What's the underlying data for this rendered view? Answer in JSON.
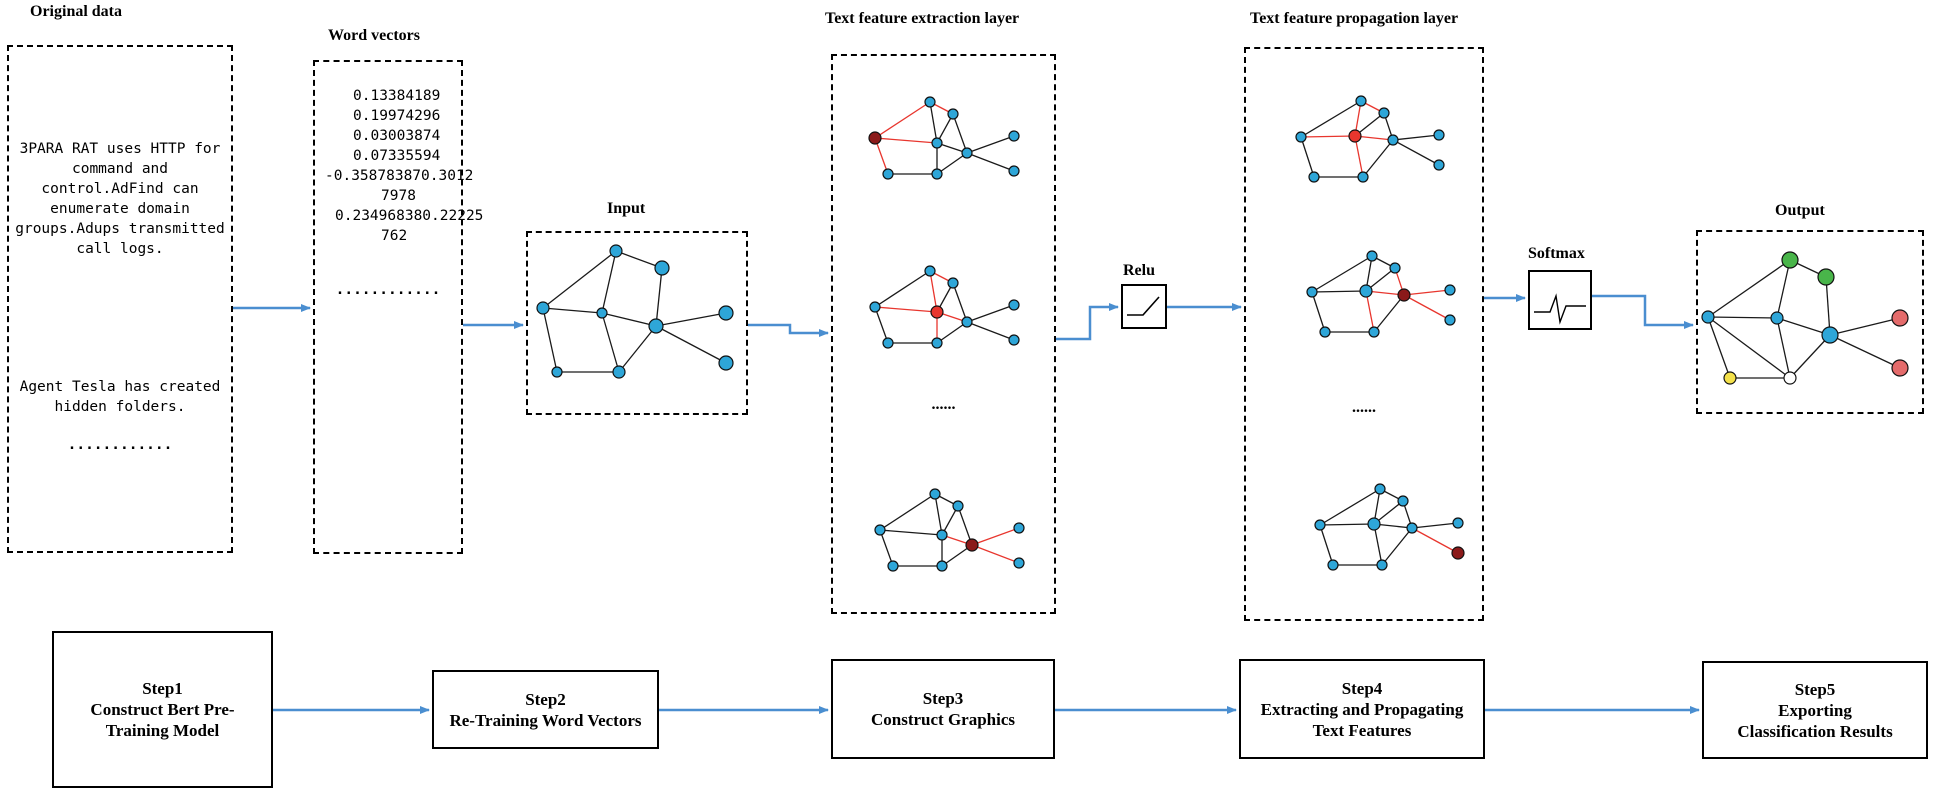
{
  "columns": {
    "original": {
      "title": "Original data",
      "text1": [
        "3PARA RAT uses HTTP for",
        "command and",
        "control.AdFind can",
        "enumerate domain",
        "groups.Adups transmitted",
        "call logs."
      ],
      "text2": [
        "Agent Tesla has created",
        "hidden folders."
      ],
      "ellipsis": "............"
    },
    "vectors": {
      "title": "Word vectors",
      "values": [
        "0.13384189",
        "0.19974296",
        "0.03003874",
        "0.07335594",
        "-0.358783870.3012",
        "7978",
        "0.234968380.22225",
        "762"
      ],
      "ellipsis": "............"
    },
    "input": {
      "title": "Input"
    },
    "extraction": {
      "title": "Text feature extraction layer",
      "ellipsis": "......"
    },
    "relu": {
      "label": "Relu"
    },
    "propagation": {
      "title": "Text feature propagation layer",
      "ellipsis": "......"
    },
    "softmax": {
      "label": "Softmax"
    },
    "output": {
      "title": "Output"
    }
  },
  "steps": [
    {
      "label": "Step1",
      "text": "Construct Bert Pre-Training Model"
    },
    {
      "label": "Step2",
      "text": "Re-Training Word Vectors"
    },
    {
      "label": "Step3",
      "text": "Construct Graphics"
    },
    {
      "label": "Step4",
      "text": "Extracting and Propagating Text Features"
    },
    {
      "label": "Step5",
      "text": "Exporting Classification Results"
    }
  ],
  "colors": {
    "arrow": "#4a8ed0",
    "node": "#2ea6d8",
    "highlight": "#e8362e",
    "dark_node": "#8b1a1a",
    "green": "#49b54a",
    "pink": "#e46b6b",
    "yellow": "#f4e14a",
    "edge": "#1a1a1a"
  }
}
